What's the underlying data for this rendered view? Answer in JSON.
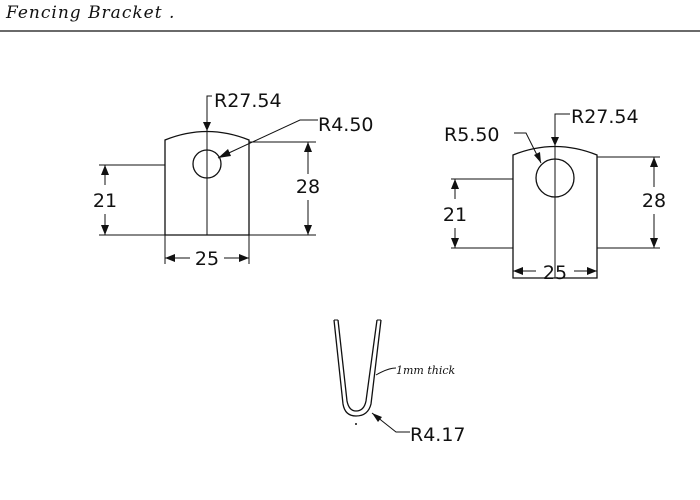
{
  "title": "Fencing Bracket .",
  "colors": {
    "ink": "#111111",
    "paper": "#ffffff"
  },
  "left_view": {
    "outer_radius": "R27.54",
    "hole_radius": "R4.50",
    "width": "25",
    "side_height": "21",
    "total_height": "28"
  },
  "right_view": {
    "outer_radius": "R27.54",
    "hole_radius": "R5.50",
    "width": "25",
    "side_height": "21",
    "total_height": "28"
  },
  "profile_view": {
    "thickness_note": "1mm thick",
    "bend_radius": "R4.17"
  }
}
